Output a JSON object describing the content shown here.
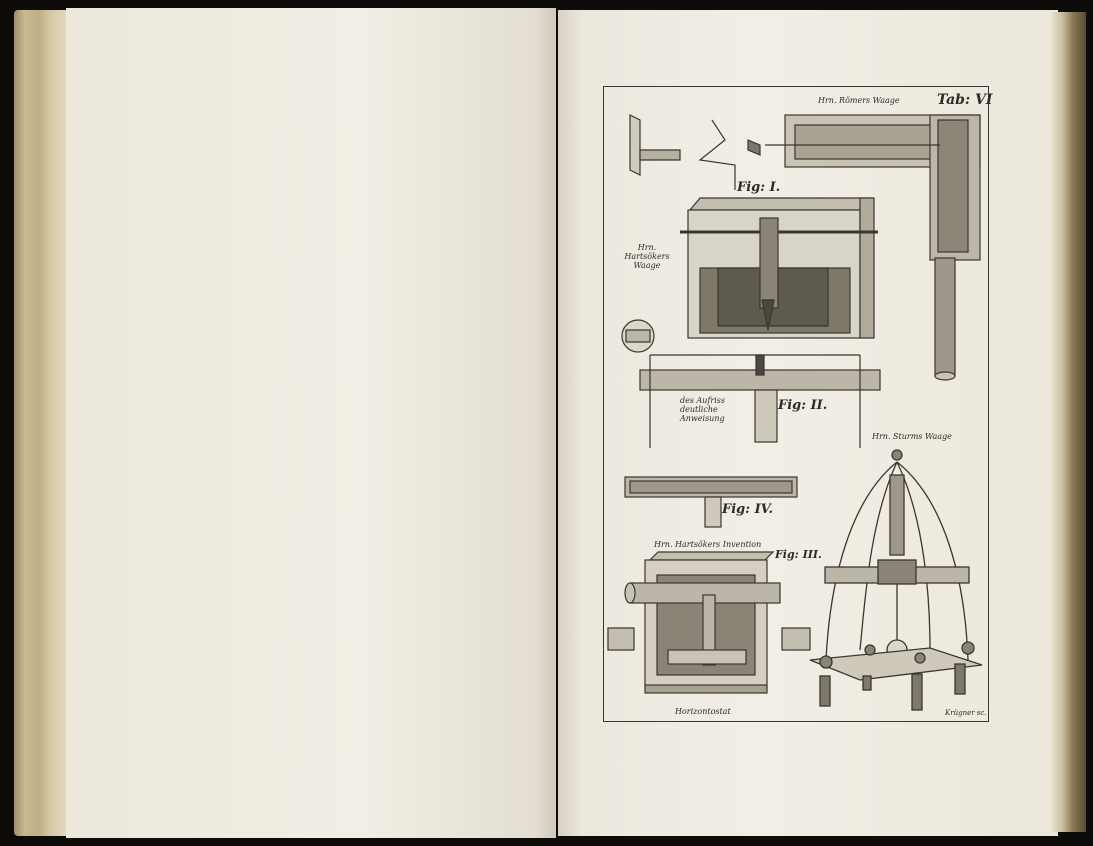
{
  "plate": {
    "tab": "Tab: VI",
    "romer_caption": "Hrn. Römers Waage",
    "fig1": "Fig: I.",
    "hartsoker_caption": "Hrn. Hartsökers Waage",
    "fig2": "Fig: II.",
    "fig2_note": "des Aufriss deutliche Anweisung",
    "sturm_caption": "Hrn. Sturms Waage",
    "fig4": "Fig: IV.",
    "hartsoker_invention": "Hrn. Hartsökers Invention",
    "fig3": "Fig: III.",
    "horizontostat": "Horizontostat",
    "engraver": "Krügner sc."
  }
}
